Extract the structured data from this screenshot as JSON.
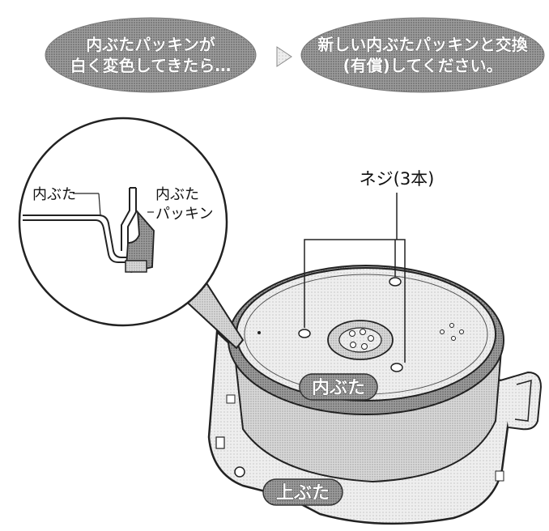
{
  "steps": {
    "step1": {
      "line1": "内ぶたパッキンが",
      "line2": "白く変色してきたら…"
    },
    "step2": {
      "line1": "新しい内ぶたパッキンと交換",
      "line2": "(有償)してください。"
    }
  },
  "callout": {
    "lid_label": "内ぶた",
    "gasket_label_line1": "内ぶた",
    "gasket_label_line2": "パッキン"
  },
  "screws_label": "ネジ(3本)",
  "inner_lid_tag": "内ぶた",
  "upper_lid_tag": "上ぶた"
}
